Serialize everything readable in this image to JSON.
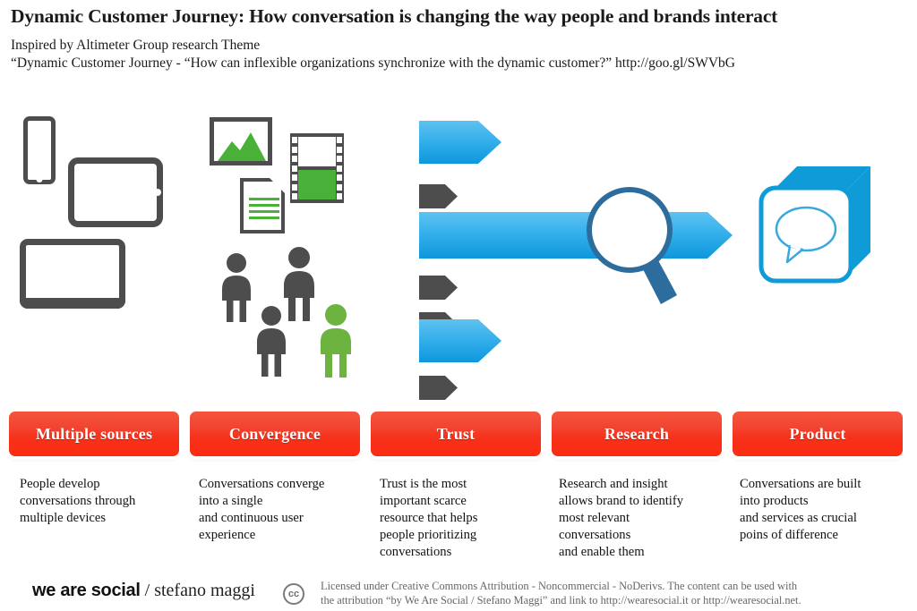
{
  "header": {
    "title": "Dynamic Customer Journey: How conversation is changing the way people and brands interact",
    "subtitle_line_1": "Inspired by Altimeter Group research Theme",
    "subtitle_line_2": "“Dynamic Customer Journey - “How can inflexible organizations synchronize with the dynamic customer?” http://goo.gl/SWVbG"
  },
  "colors": {
    "brand_red": "#f7311a",
    "accent_blue": "#29a9e6",
    "deep_blue": "#2d6d9e",
    "accent_green": "#49b138",
    "icon_gray": "#4d4d4d",
    "text_gray": "#666666"
  },
  "illustration": {
    "devices": [
      {
        "name": "smartphone"
      },
      {
        "name": "tablet"
      },
      {
        "name": "laptop"
      }
    ],
    "media": [
      {
        "name": "image-file"
      },
      {
        "name": "film-strip"
      },
      {
        "name": "text-document"
      }
    ],
    "people": [
      {
        "name": "person-1",
        "color": "#4d4d4d"
      },
      {
        "name": "person-2",
        "color": "#4d4d4d"
      },
      {
        "name": "person-3",
        "color": "#4d4d4d"
      },
      {
        "name": "person-4",
        "color": "#6cb33f"
      }
    ],
    "arrows": [
      {
        "name": "arrow-blue-large-top",
        "color": "#29a9e6"
      },
      {
        "name": "arrow-gray-small-1",
        "color": "#4d4d4d"
      },
      {
        "name": "arrow-blue-long-center",
        "color": "#29a9e6"
      },
      {
        "name": "arrow-gray-small-2",
        "color": "#4d4d4d"
      },
      {
        "name": "arrow-gray-small-3",
        "color": "#4d4d4d"
      },
      {
        "name": "arrow-blue-large-bottom",
        "color": "#29a9e6"
      },
      {
        "name": "arrow-gray-small-4",
        "color": "#4d4d4d"
      }
    ],
    "magnifier": {
      "name": "magnifying-glass",
      "color": "#2d6d9e"
    },
    "product": {
      "name": "product-cube-speech-bubble",
      "color": "#0f9bd7"
    }
  },
  "stages": [
    {
      "id": "multiple-sources",
      "label": "Multiple sources",
      "description": [
        "People develop",
        "conversations through",
        "multiple devices"
      ]
    },
    {
      "id": "convergence",
      "label": "Convergence",
      "description": [
        "Conversations converge",
        "into a single",
        "and continuous user",
        "experience"
      ]
    },
    {
      "id": "trust",
      "label": "Trust",
      "description": [
        "Trust is the most",
        "important scarce",
        "resource that helps",
        "people prioritizing",
        "conversations"
      ]
    },
    {
      "id": "research",
      "label": "Research",
      "description": [
        "Research and insight",
        "allows brand to identify",
        "most relevant",
        "conversations",
        "and enable them"
      ]
    },
    {
      "id": "product",
      "label": "Product",
      "description": [
        "Conversations are built",
        "into products",
        "and services as crucial",
        "poins of difference"
      ]
    }
  ],
  "footer": {
    "brand_name": "we are social",
    "separator": " / ",
    "author": "stefano maggi",
    "cc_badge": "cc",
    "license_line_1": "Licensed under Creative Commons Attribution - Noncommercial - NoDerivs. The content can be used with",
    "license_line_2": "the attribution “by We Are Social / Stefano Maggi” and link to http://wearesocial.it or http://wearesocial.net."
  }
}
